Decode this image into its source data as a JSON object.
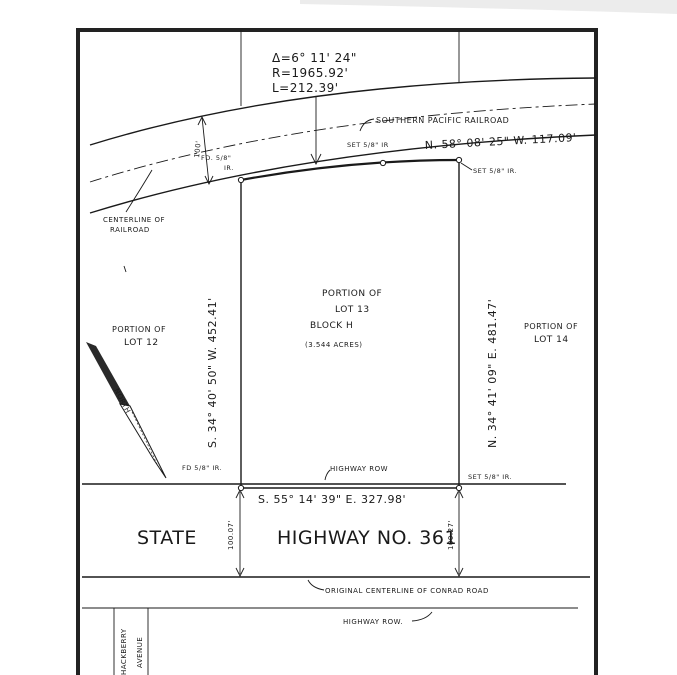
{
  "curve": {
    "delta": "Δ=6° 11' 24\"",
    "radius": "R=1965.92'",
    "length": "L=212.39'"
  },
  "railroad": {
    "name": "SOUTHERN PACIFIC RAILROAD",
    "centerline_line1": "CENTERLINE OF",
    "centerline_line2": "RAILROAD",
    "width_dim": "100'"
  },
  "monuments": {
    "found_top": "FD. 5/8\"",
    "found_top_suffix": "IR.",
    "set_mid_top": "SET 5/8\" IR",
    "set_top_right": "SET 5/8\" IR.",
    "found_bottom": "FD 5/8\" IR.",
    "set_bottom_right": "SET 5/8\" IR."
  },
  "bearings": {
    "north_line": "N. 58° 08' 25\" W. 117.09'",
    "west_line": "S. 34° 40' 50\" W.  452.41'",
    "east_line": "N. 34° 41' 09\" E.  481.47'",
    "south_line": "S. 55° 14' 39\" E.  327.98'"
  },
  "lot": {
    "line1": "PORTION OF",
    "line2": "LOT 13",
    "line3": "BLOCK   H",
    "area": "(3.544 ACRES)"
  },
  "adjacent": {
    "left_line1": "PORTION OF",
    "left_line2": "LOT 12",
    "right_line1": "PORTION OF",
    "right_line2": "LOT 14"
  },
  "north_arrow": "NORTH",
  "highway": {
    "row_top": "HIGHWAY ROW",
    "name_part1": "STATE",
    "name_part2": "HIGHWAY  NO. 361",
    "dim_left": "100.07'",
    "dim_right": "100.27'",
    "original_centerline": "ORIGINAL CENTERLINE OF CONRAD ROAD",
    "row_bottom": "HIGHWAY ROW."
  },
  "side_street": {
    "line1": "HACKBERRY",
    "line2": "AVENUE"
  }
}
